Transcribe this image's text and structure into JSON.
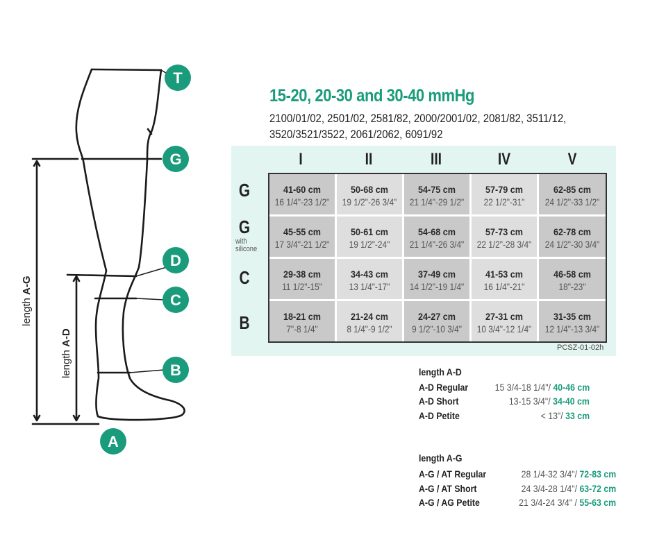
{
  "header": {
    "title": "15-20, 20-30 and 30-40 mmHg",
    "models_line1": "2100/01/02, 2501/02, 2581/82, 2000/2001/02, 2081/82, 3511/12,",
    "models_line2": "3520/3521/3522, 2061/2062, 6091/92"
  },
  "colors": {
    "accent": "#1a9b7c",
    "panel": "#e3f5f0",
    "cell_dark": "#c9c9c9",
    "cell_light": "#dedede"
  },
  "diagram": {
    "badges": [
      "T",
      "G",
      "D",
      "C",
      "B",
      "A"
    ],
    "label_ag_prefix": "length ",
    "label_ag_bold": "A-G",
    "label_ad_prefix": "length ",
    "label_ad_bold": "A-D"
  },
  "size_table": {
    "columns": [
      "I",
      "II",
      "III",
      "IV",
      "V"
    ],
    "rows": [
      {
        "label": "G",
        "sublabel": "",
        "cells": [
          {
            "cm": "41-60 cm",
            "in": "16 1/4\"-23 1/2\""
          },
          {
            "cm": "50-68 cm",
            "in": "19 1/2\"-26 3/4\""
          },
          {
            "cm": "54-75 cm",
            "in": "21 1/4\"-29 1/2\""
          },
          {
            "cm": "57-79 cm",
            "in": "22 1/2\"-31\""
          },
          {
            "cm": "62-85 cm",
            "in": "24 1/2\"-33 1/2\""
          }
        ]
      },
      {
        "label": "G",
        "sublabel": "with silicone",
        "cells": [
          {
            "cm": "45-55 cm",
            "in": "17 3/4\"-21 1/2\""
          },
          {
            "cm": "50-61 cm",
            "in": "19 1/2\"-24\""
          },
          {
            "cm": "54-68 cm",
            "in": "21 1/4\"-26 3/4\""
          },
          {
            "cm": "57-73 cm",
            "in": "22 1/2\"-28 3/4\""
          },
          {
            "cm": "62-78 cm",
            "in": "24 1/2\"-30 3/4\""
          }
        ]
      },
      {
        "label": "C",
        "sublabel": "",
        "cells": [
          {
            "cm": "29-38 cm",
            "in": "11 1/2\"-15\""
          },
          {
            "cm": "34-43 cm",
            "in": "13 1/4\"-17\""
          },
          {
            "cm": "37-49 cm",
            "in": "14 1/2\"-19 1/4\""
          },
          {
            "cm": "41-53 cm",
            "in": "16 1/4\"-21\""
          },
          {
            "cm": "46-58 cm",
            "in": "18\"-23\""
          }
        ]
      },
      {
        "label": "B",
        "sublabel": "",
        "cells": [
          {
            "cm": "18-21 cm",
            "in": "7\"-8 1/4\""
          },
          {
            "cm": "21-24 cm",
            "in": "8 1/4\"-9 1/2\""
          },
          {
            "cm": "24-27 cm",
            "in": "9 1/2\"-10 3/4\""
          },
          {
            "cm": "27-31 cm",
            "in": "10 3/4\"-12 1/4\""
          },
          {
            "cm": "31-35 cm",
            "in": "12 1/4\"-13 3/4\""
          }
        ]
      }
    ],
    "code": "PCSZ-01-02h"
  },
  "length_ad": {
    "title": "length A-D",
    "items": [
      {
        "label": "A-D Regular",
        "inches": "15 3/4-18 1/4\"/ ",
        "cm": "40-46 cm"
      },
      {
        "label": "A-D Short",
        "inches": "13-15 3/4\"/ ",
        "cm": "34-40 cm"
      },
      {
        "label": "A-D Petite",
        "inches": "< 13\"/ ",
        "cm": "33 cm"
      }
    ]
  },
  "length_ag": {
    "title": "length A-G",
    "items": [
      {
        "label": "A-G / AT Regular",
        "inches": "28 1/4-32 3/4\"/ ",
        "cm": "72-83 cm"
      },
      {
        "label": "A-G / AT Short",
        "inches": "24 3/4-28 1/4\"/ ",
        "cm": "63-72 cm"
      },
      {
        "label": "A-G / AG Petite",
        "inches": "21 3/4-24 3/4\" / ",
        "cm": "55-63 cm"
      }
    ]
  }
}
